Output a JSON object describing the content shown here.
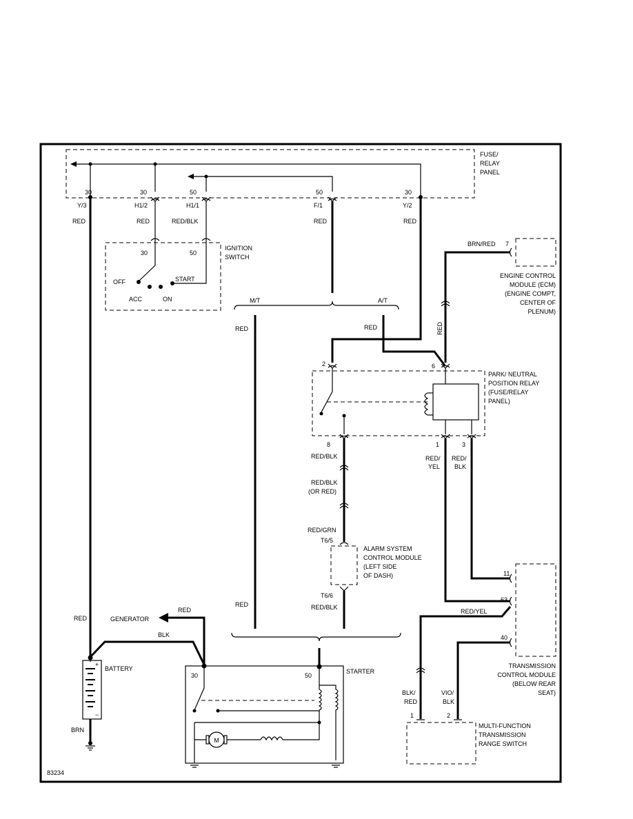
{
  "fuse_panel": {
    "label_line1": "FUSE/",
    "label_line2": "RELAY",
    "label_line3": "PANEL",
    "terminals": [
      {
        "num": "30",
        "id": "Y/3",
        "wire": "RED"
      },
      {
        "num": "30",
        "id": "H1/2",
        "wire": "RED"
      },
      {
        "num": "50",
        "id": "H1/1",
        "wire": "RED/BLK"
      },
      {
        "num": "50",
        "id": "F/1",
        "wire": "RED"
      },
      {
        "num": "30",
        "id": "Y/2",
        "wire": "RED"
      }
    ]
  },
  "ignition": {
    "label_line1": "IGNITION",
    "label_line2": "SWITCH",
    "t30": "30",
    "t50": "50",
    "off": "OFF",
    "acc": "ACC",
    "on": "ON",
    "start": "START"
  },
  "transmission_split": {
    "mt": "M/T",
    "at": "A/T",
    "red_left": "RED",
    "red_right": "RED",
    "red_mt_low": "RED"
  },
  "ecm": {
    "wire": "BRN/RED",
    "pin": "7",
    "line1": "ENGINE CONTROL",
    "line2": "MODULE (ECM)",
    "line3": "(ENGINE COMPT,",
    "line4": "CENTER OF",
    "line5": "PLENUM)",
    "red_vertical": "RED"
  },
  "pn_relay": {
    "line1": "PARK/ NEUTRAL",
    "line2": "POSITION RELAY",
    "line3": "(FUSE/RELAY",
    "line4": "PANEL)",
    "pin2": "2",
    "pin6": "6",
    "pin8": "8",
    "pin1": "1",
    "pin3": "3"
  },
  "pn_wires": {
    "w8": "RED/BLK",
    "w1a": "RED/",
    "w1b": "YEL",
    "w3a": "RED/",
    "w3b": "BLK"
  },
  "alarm": {
    "wire1a": "RED/BLK",
    "wire1b": "(OR RED)",
    "wire2": "RED/GRN",
    "pin_in": "T6/5",
    "pin_out": "T6/6",
    "wire_out": "RED/BLK",
    "line1": "ALARM SYSTEM",
    "line2": "CONTROL MODULE",
    "line3": "(LEFT SIDE",
    "line4": "OF DASH)"
  },
  "tcm": {
    "pin11": "11",
    "pin63": "63",
    "pin40": "40",
    "wire63": "RED/YEL",
    "line1": "TRANSMISSION",
    "line2": "CONTROL MODULE",
    "line3": "(BELOW REAR",
    "line4": "SEAT)"
  },
  "range_switch": {
    "pin1": "1",
    "pin2": "2",
    "w1a": "BLK/",
    "w1b": "RED",
    "w2a": "VIO/",
    "w2b": "BLK",
    "line1": "MULTI-FUNCTION",
    "line2": "TRANSMISSION",
    "line3": "RANGE SWITCH"
  },
  "battery": {
    "label": "BATTERY",
    "wire_top": "RED",
    "wire_bottom": "BRN",
    "plus": "+",
    "minus": "−"
  },
  "generator": {
    "label": "GENERATOR",
    "wire": "RED"
  },
  "blk_wire": "BLK",
  "starter": {
    "label": "STARTER",
    "t30": "30",
    "t50": "50",
    "motor": "M"
  },
  "figure_id": "83234"
}
